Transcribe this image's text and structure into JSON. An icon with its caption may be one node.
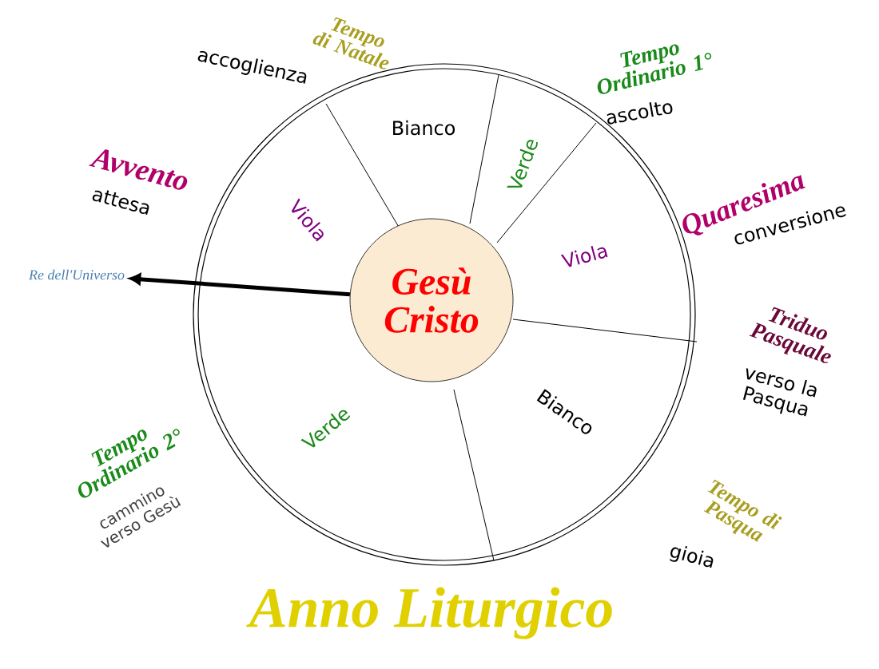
{
  "diagram": {
    "title": "Anno Liturgico",
    "nodes": [
      {
        "text": [
          "Gesù Cristo"
        ]
      },
      {
        "text": [
          "Re dell'Universo"
        ]
      }
    ],
    "edges": [
      {
        "from": 0,
        "to": 1,
        "arrow": "to"
      }
    ],
    "labels": [
      "Tempo di Natale",
      "accoglienza",
      "Tempo Ordinario 1°",
      "Bianco",
      "Verde",
      "ascolto",
      "Avvento",
      "attesa",
      "Viola",
      "Quaresima",
      "conversione",
      "Viola",
      "Triduo Pasquale",
      "verso la Pasqua",
      "Bianco",
      "Tempo Ordinario 2°",
      "cammino verso Gesù",
      "Verde",
      "Tempo di Pasqua",
      "gioia"
    ]
  }
}
